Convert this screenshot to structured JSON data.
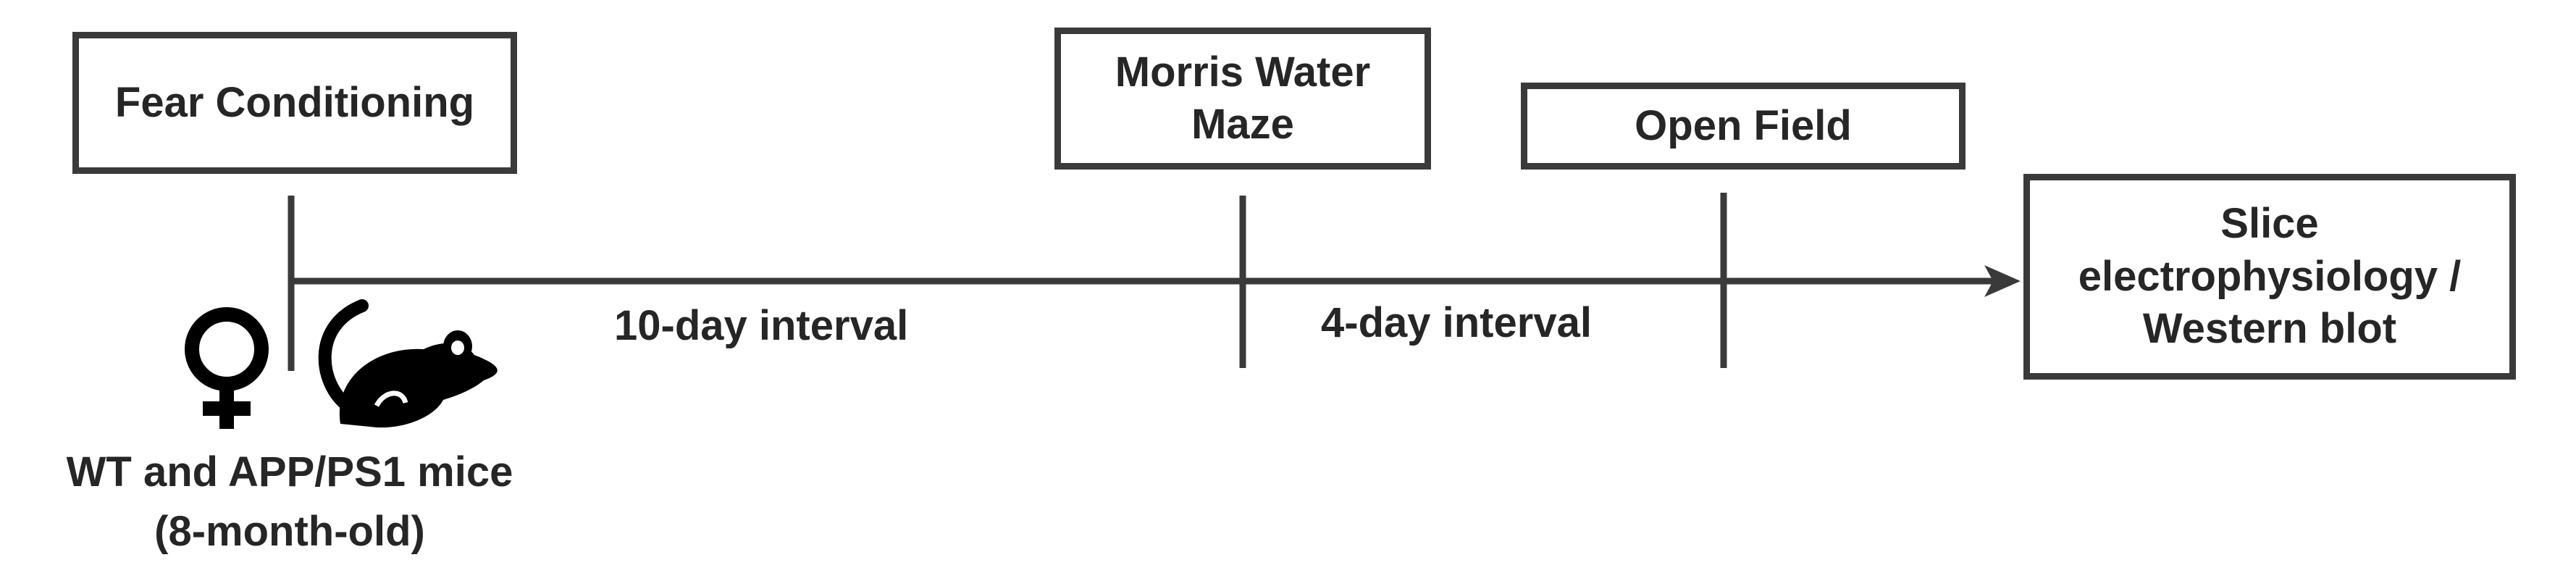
{
  "stages": {
    "fear_conditioning": "Fear Conditioning",
    "morris_water_maze": "Morris Water Maze",
    "open_field": "Open Field",
    "endpoint": "Slice electrophysiology / Western blot"
  },
  "intervals": {
    "first": "10-day interval",
    "second": "4-day interval"
  },
  "subjects": {
    "line1": "WT and APP/PS1 mice",
    "line2": "(8-month-old)"
  },
  "icons": {
    "sex": "female-symbol-icon",
    "animal": "mouse-icon"
  },
  "colors": {
    "line": "#3a3a3a",
    "text": "#262626"
  }
}
